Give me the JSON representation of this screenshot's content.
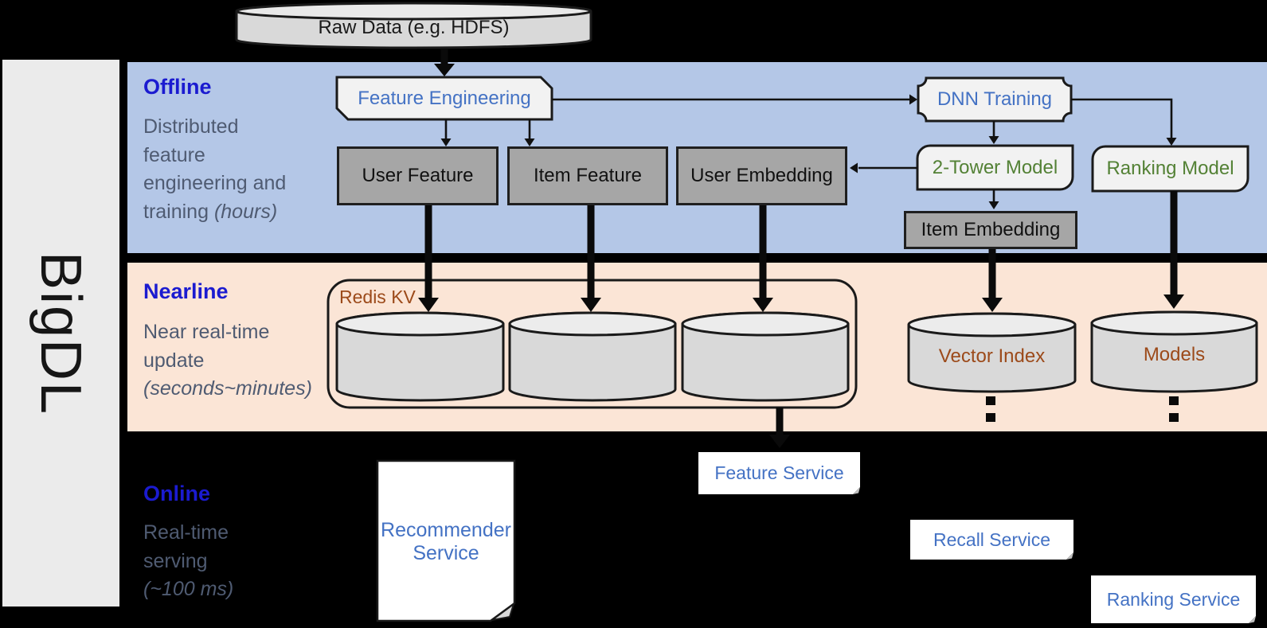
{
  "brand": {
    "label": "BigDL"
  },
  "source": {
    "label": "Raw Data (e.g. HDFS)"
  },
  "bands": {
    "offline": {
      "title": "Offline",
      "lines": [
        "Distributed",
        "feature",
        "engineering and"
      ],
      "tail": "training ",
      "tail_italic": "(hours)"
    },
    "nearline": {
      "title": "Nearline",
      "lines": [
        "Near real-time",
        "update"
      ],
      "tail": "",
      "tail_italic": "(seconds~minutes)"
    },
    "online": {
      "title": "Online",
      "lines": [
        "Real-time",
        "serving"
      ],
      "tail": "",
      "tail_italic": "(~100 ms)"
    }
  },
  "nodes": {
    "feature_engineering": "Feature Engineering",
    "dnn_training": "DNN Training",
    "user_feature": "User Feature",
    "item_feature": "Item Feature",
    "user_embedding": "User Embedding",
    "two_tower_model": "2-Tower Model",
    "ranking_model": "Ranking Model",
    "item_embedding": "Item Embedding"
  },
  "storage": {
    "redis_kv": "Redis KV",
    "vector_index": "Vector Index",
    "models": "Models"
  },
  "services": {
    "recommender_line1": "Recommender",
    "recommender_line2": "Service",
    "feature": "Feature Service",
    "recall": "Recall Service",
    "ranking": "Ranking Service"
  },
  "colors": {
    "band_offline": "#b4c7e7",
    "band_nearline": "#fbe5d6",
    "sidebar_gray": "#ebebeb",
    "node_gray": "#a6a6a6",
    "node_light": "#f2f2f2",
    "cylinder_gray": "#d9d9d9",
    "heading_blue": "#1b1bd0",
    "label_blue": "#4472c4",
    "label_green": "#538135",
    "label_brown": "#9c4a1a",
    "muted_text": "#4f5b72",
    "background": "#000000"
  }
}
